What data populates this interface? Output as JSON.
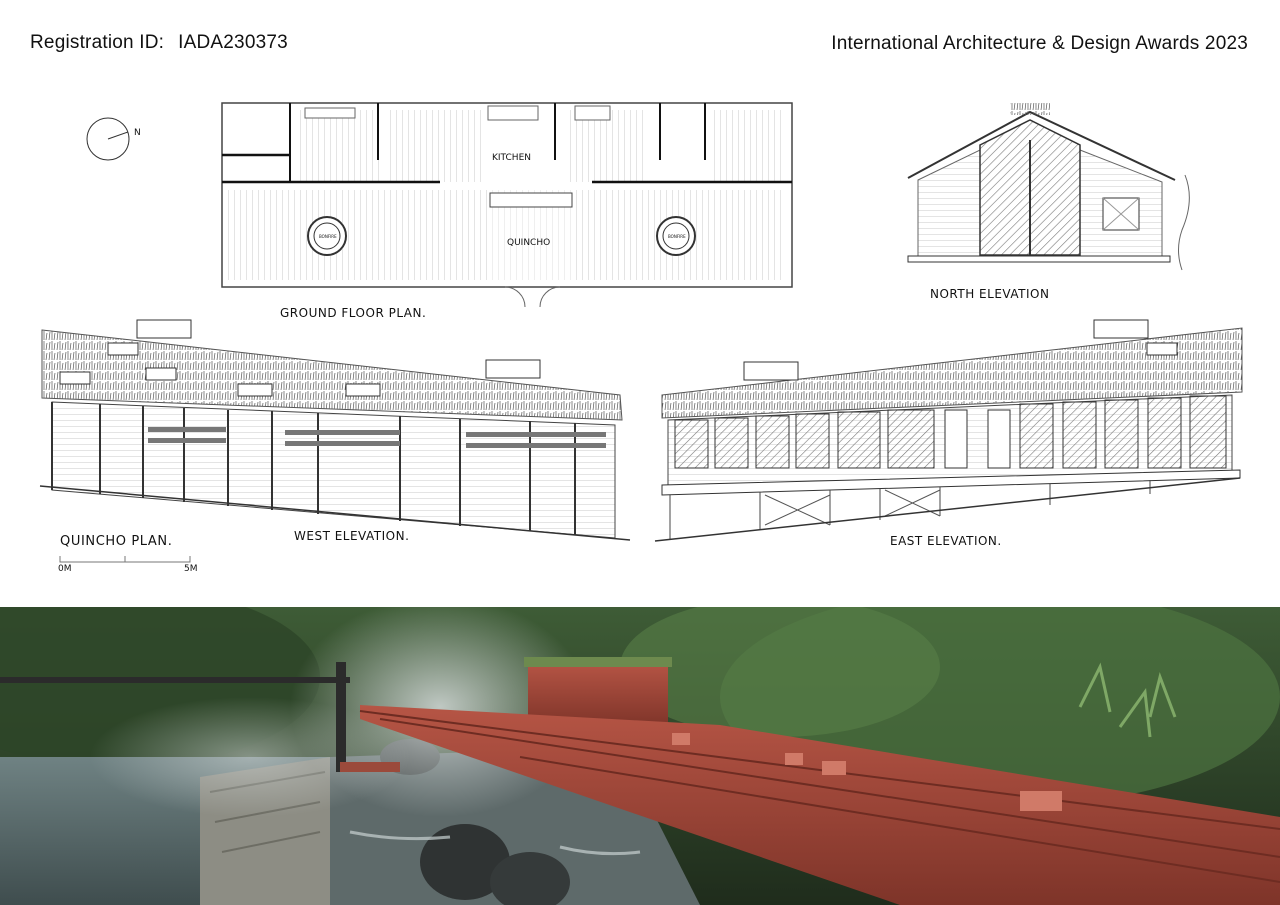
{
  "header": {
    "registration_label": "Registration ID:",
    "registration_id": "IADA230373",
    "award_title": "International Architecture & Design Awards 2023"
  },
  "drawings": {
    "ground_floor_plan": {
      "title": "GROUND FLOOR PLAN.",
      "room_kitchen": "KITCHEN",
      "room_quincho": "QUINCHO",
      "bonfire_left": "BONFIRE",
      "bonfire_right": "BONFIRE"
    },
    "north_arrow": {
      "label": "N"
    },
    "north_elevation": {
      "title": "NORTH ELEVATION"
    },
    "west_elevation": {
      "title": "WEST ELEVATION."
    },
    "east_elevation": {
      "title": "EAST ELEVATION."
    },
    "quincho_plan": {
      "title": "QUINCHO PLAN."
    },
    "scale_bar": {
      "start": "0M",
      "end": "5M"
    }
  },
  "colors": {
    "timber_red": "#a8483a",
    "foliage_dark": "#2f4a2c",
    "water": "#5a6e70"
  }
}
